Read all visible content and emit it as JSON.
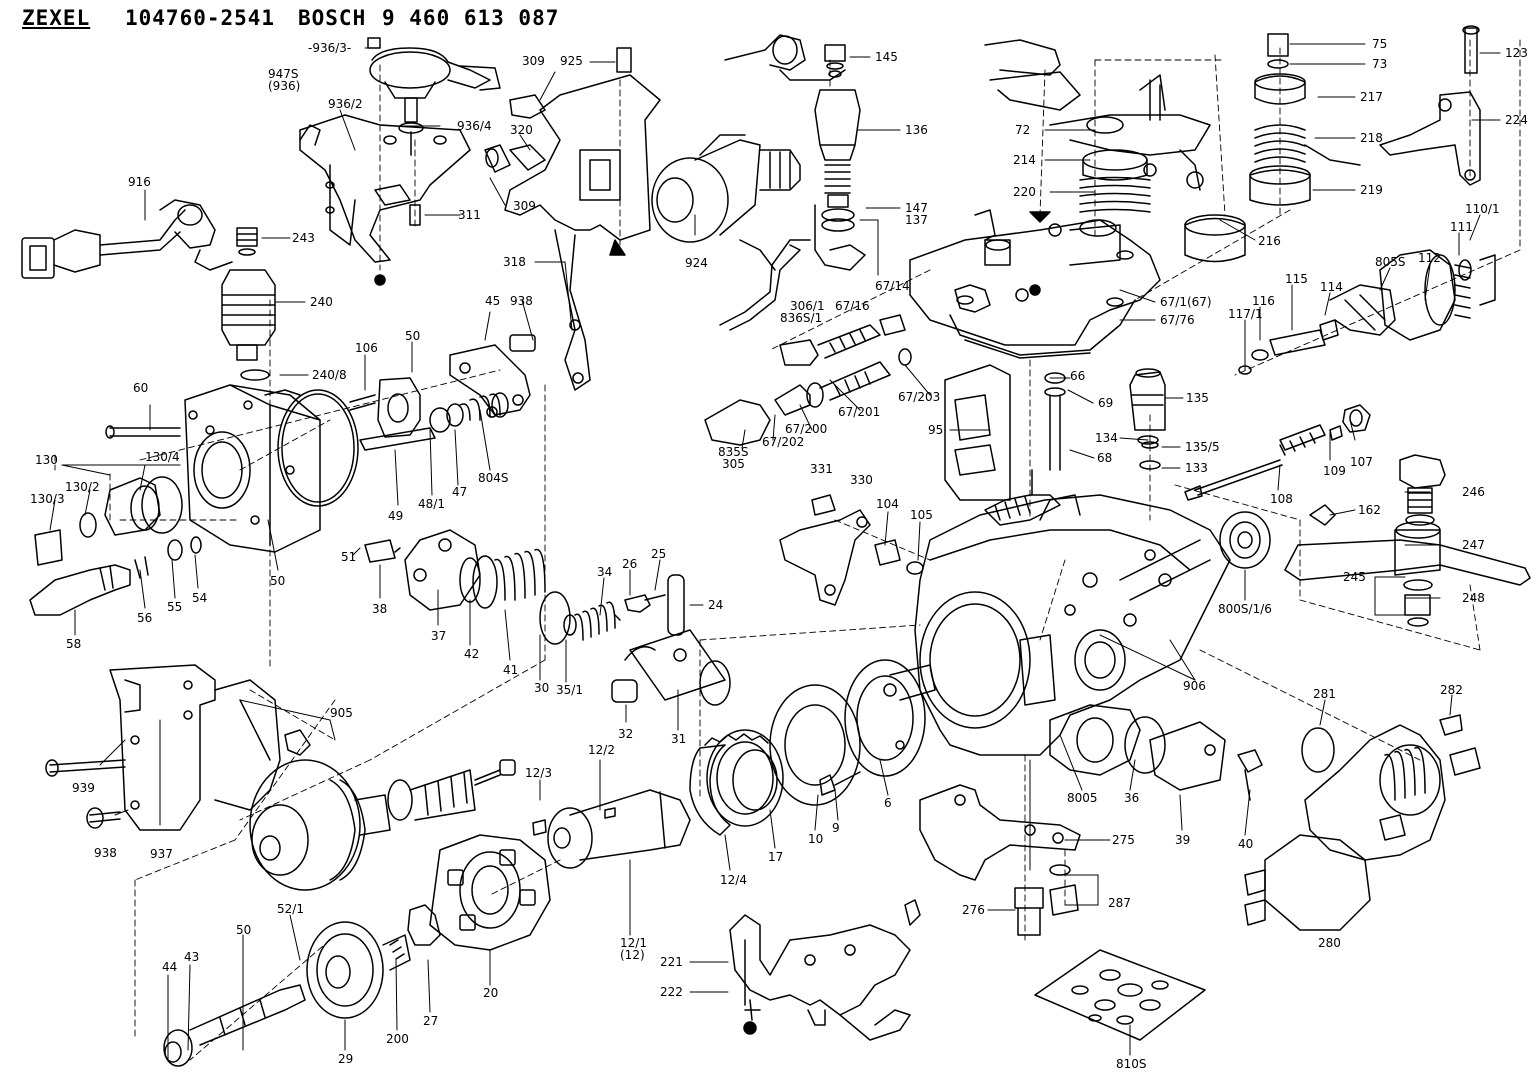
{
  "header": {
    "brand1": "ZEXEL",
    "part1": "104760-2541",
    "brand2": "BOSCH",
    "part2": "9 460 613 087"
  },
  "labels": {
    "l_936_3": "-936/3-",
    "l_947s": "947S",
    "l_936p": "(936)",
    "l_936_2": "936/2",
    "l_936_4": "936/4",
    "l_309a": "309",
    "l_925": "925",
    "l_320": "320",
    "l_309b": "309",
    "l_311": "311",
    "l_916": "916",
    "l_243": "243",
    "l_240": "240",
    "l_318": "318",
    "l_924": "924",
    "l_145": "145",
    "l_136": "136",
    "l_147": "147",
    "l_137": "137",
    "l_67_14": "67/14",
    "l_306_1": "306/1",
    "l_67_16": "67/16",
    "l_836s_1": "836S/1",
    "l_75": "75",
    "l_73": "73",
    "l_217": "217",
    "l_218": "218",
    "l_219": "219",
    "l_216": "216",
    "l_123": "123",
    "l_224": "224",
    "l_72": "72",
    "l_214": "214",
    "l_220": "220",
    "l_67_1": "67/1(67)",
    "l_67_76": "67/76",
    "l_110_1": "110/1",
    "l_111": "111",
    "l_112": "112",
    "l_805s": "805S",
    "l_114": "114",
    "l_115": "115",
    "l_116": "116",
    "l_117_1": "117/1",
    "l_45": "45",
    "l_938a": "938",
    "l_50a": "50",
    "l_106": "106",
    "l_240_8": "240/8",
    "l_60": "60",
    "l_130": "130",
    "l_130_4": "130/4",
    "l_130_2": "130/2",
    "l_130_3": "130/3",
    "l_804s": "804S",
    "l_47": "47",
    "l_48_1": "48/1",
    "l_49": "49",
    "l_50b": "50",
    "l_51": "51",
    "l_56": "56",
    "l_55": "55",
    "l_54": "54",
    "l_58": "58",
    "l_38": "38",
    "l_37": "37",
    "l_42": "42",
    "l_41": "41",
    "l_30": "30",
    "l_35_1": "35/1",
    "l_34": "34",
    "l_26": "26",
    "l_25": "25",
    "l_24": "24",
    "l_32": "32",
    "l_31": "31",
    "l_66": "66",
    "l_69": "69",
    "l_67_203": "67/203",
    "l_67_201": "67/201",
    "l_67_200": "67/200",
    "l_67_202": "67/202",
    "l_835s": "835S",
    "l_305": "305",
    "l_95": "95",
    "l_135": "135",
    "l_134": "134",
    "l_135_5": "135/5",
    "l_133": "133",
    "l_68": "68",
    "l_107": "107",
    "l_109": "109",
    "l_108": "108",
    "l_331": "331",
    "l_330": "330",
    "l_104": "104",
    "l_105": "105",
    "l_162": "162",
    "l_246": "246",
    "l_247": "247",
    "l_245": "245",
    "l_248": "248",
    "l_800s_1_6": "800S/1/6",
    "l_906": "906",
    "l_905": "905",
    "l_939": "939",
    "l_938b": "938",
    "l_937": "937",
    "l_12_2": "12/2",
    "l_12_3": "12/3",
    "l_12_4": "12/4",
    "l_17": "17",
    "l_10": "10",
    "l_9": "9",
    "l_6": "6",
    "l_8005": "8005",
    "l_36": "36",
    "l_39": "39",
    "l_40": "40",
    "l_281": "281",
    "l_282": "282",
    "l_275": "275",
    "l_276": "276",
    "l_287": "287",
    "l_280": "280",
    "l_12_1": "12/1",
    "l_12p": "(12)",
    "l_52_1": "52/1",
    "l_50c": "50",
    "l_44": "44",
    "l_43": "43",
    "l_29": "29",
    "l_200": "200",
    "l_27": "27",
    "l_20": "20",
    "l_221": "221",
    "l_222": "222",
    "l_810s": "810S"
  }
}
